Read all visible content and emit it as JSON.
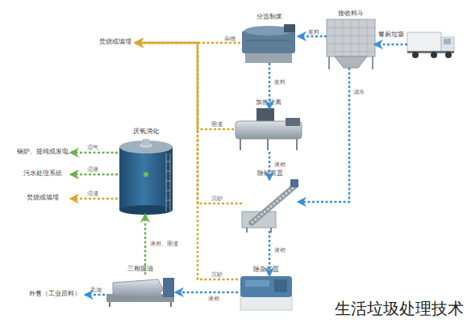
{
  "diagram": {
    "caption": "生活垃圾处理技术",
    "nodes": [
      {
        "text": [
          "接收料斗"
        ]
      },
      {
        "text": [
          "餐厨垃圾"
        ]
      },
      {
        "text": [
          "分选制浆"
        ]
      },
      {
        "text": [
          "焚烧或填埋"
        ]
      },
      {
        "text": [
          "加热分离"
        ]
      },
      {
        "text": [
          "除砂装置"
        ]
      },
      {
        "text": [
          "除杂装置"
        ]
      },
      {
        "text": [
          "三相提油"
        ]
      },
      {
        "text": [
          "外售（工业原料）"
        ]
      },
      {
        "text": [
          "厌氧消化"
        ]
      },
      {
        "text": [
          "锅炉、提纯或发电"
        ]
      },
      {
        "text": [
          "污水处理系统"
        ]
      },
      {
        "text": [
          "焚烧或填埋"
        ]
      }
    ],
    "edges": [
      {
        "from": 1,
        "to": 0,
        "arrow": "to"
      },
      {
        "from": 0,
        "to": 2,
        "label": "浆料",
        "arrow": "to"
      },
      {
        "from": 2,
        "to": 3,
        "label": "杂物",
        "arrow": "to"
      },
      {
        "from": 2,
        "to": 4,
        "label": "浆料",
        "arrow": "to"
      },
      {
        "from": 0,
        "to": 5,
        "label": "滤水",
        "arrow": "to"
      },
      {
        "from": 4,
        "to": 5,
        "label": "液相",
        "arrow": "to"
      },
      {
        "from": 5,
        "to": 6,
        "label": "液相",
        "arrow": "to"
      },
      {
        "from": 6,
        "to": 7,
        "label": "液相",
        "arrow": "to"
      },
      {
        "from": 7,
        "to": 8,
        "label": "毛油",
        "arrow": "to"
      },
      {
        "from": 7,
        "to": 9,
        "label": "液相、固渣",
        "arrow": "to"
      },
      {
        "from": 9,
        "to": 10,
        "label": "沼气",
        "arrow": "to"
      },
      {
        "from": 9,
        "to": 11,
        "label": "沼液",
        "arrow": "to"
      },
      {
        "from": 9,
        "to": 12,
        "label": "沼渣",
        "arrow": "to"
      },
      {
        "from": 4,
        "to": 3,
        "label": "固渣",
        "arrow": "to"
      },
      {
        "from": 5,
        "to": 3,
        "label": "沉砂",
        "arrow": "to"
      },
      {
        "from": 6,
        "to": 3,
        "label": "沉砂",
        "arrow": "to"
      }
    ]
  }
}
